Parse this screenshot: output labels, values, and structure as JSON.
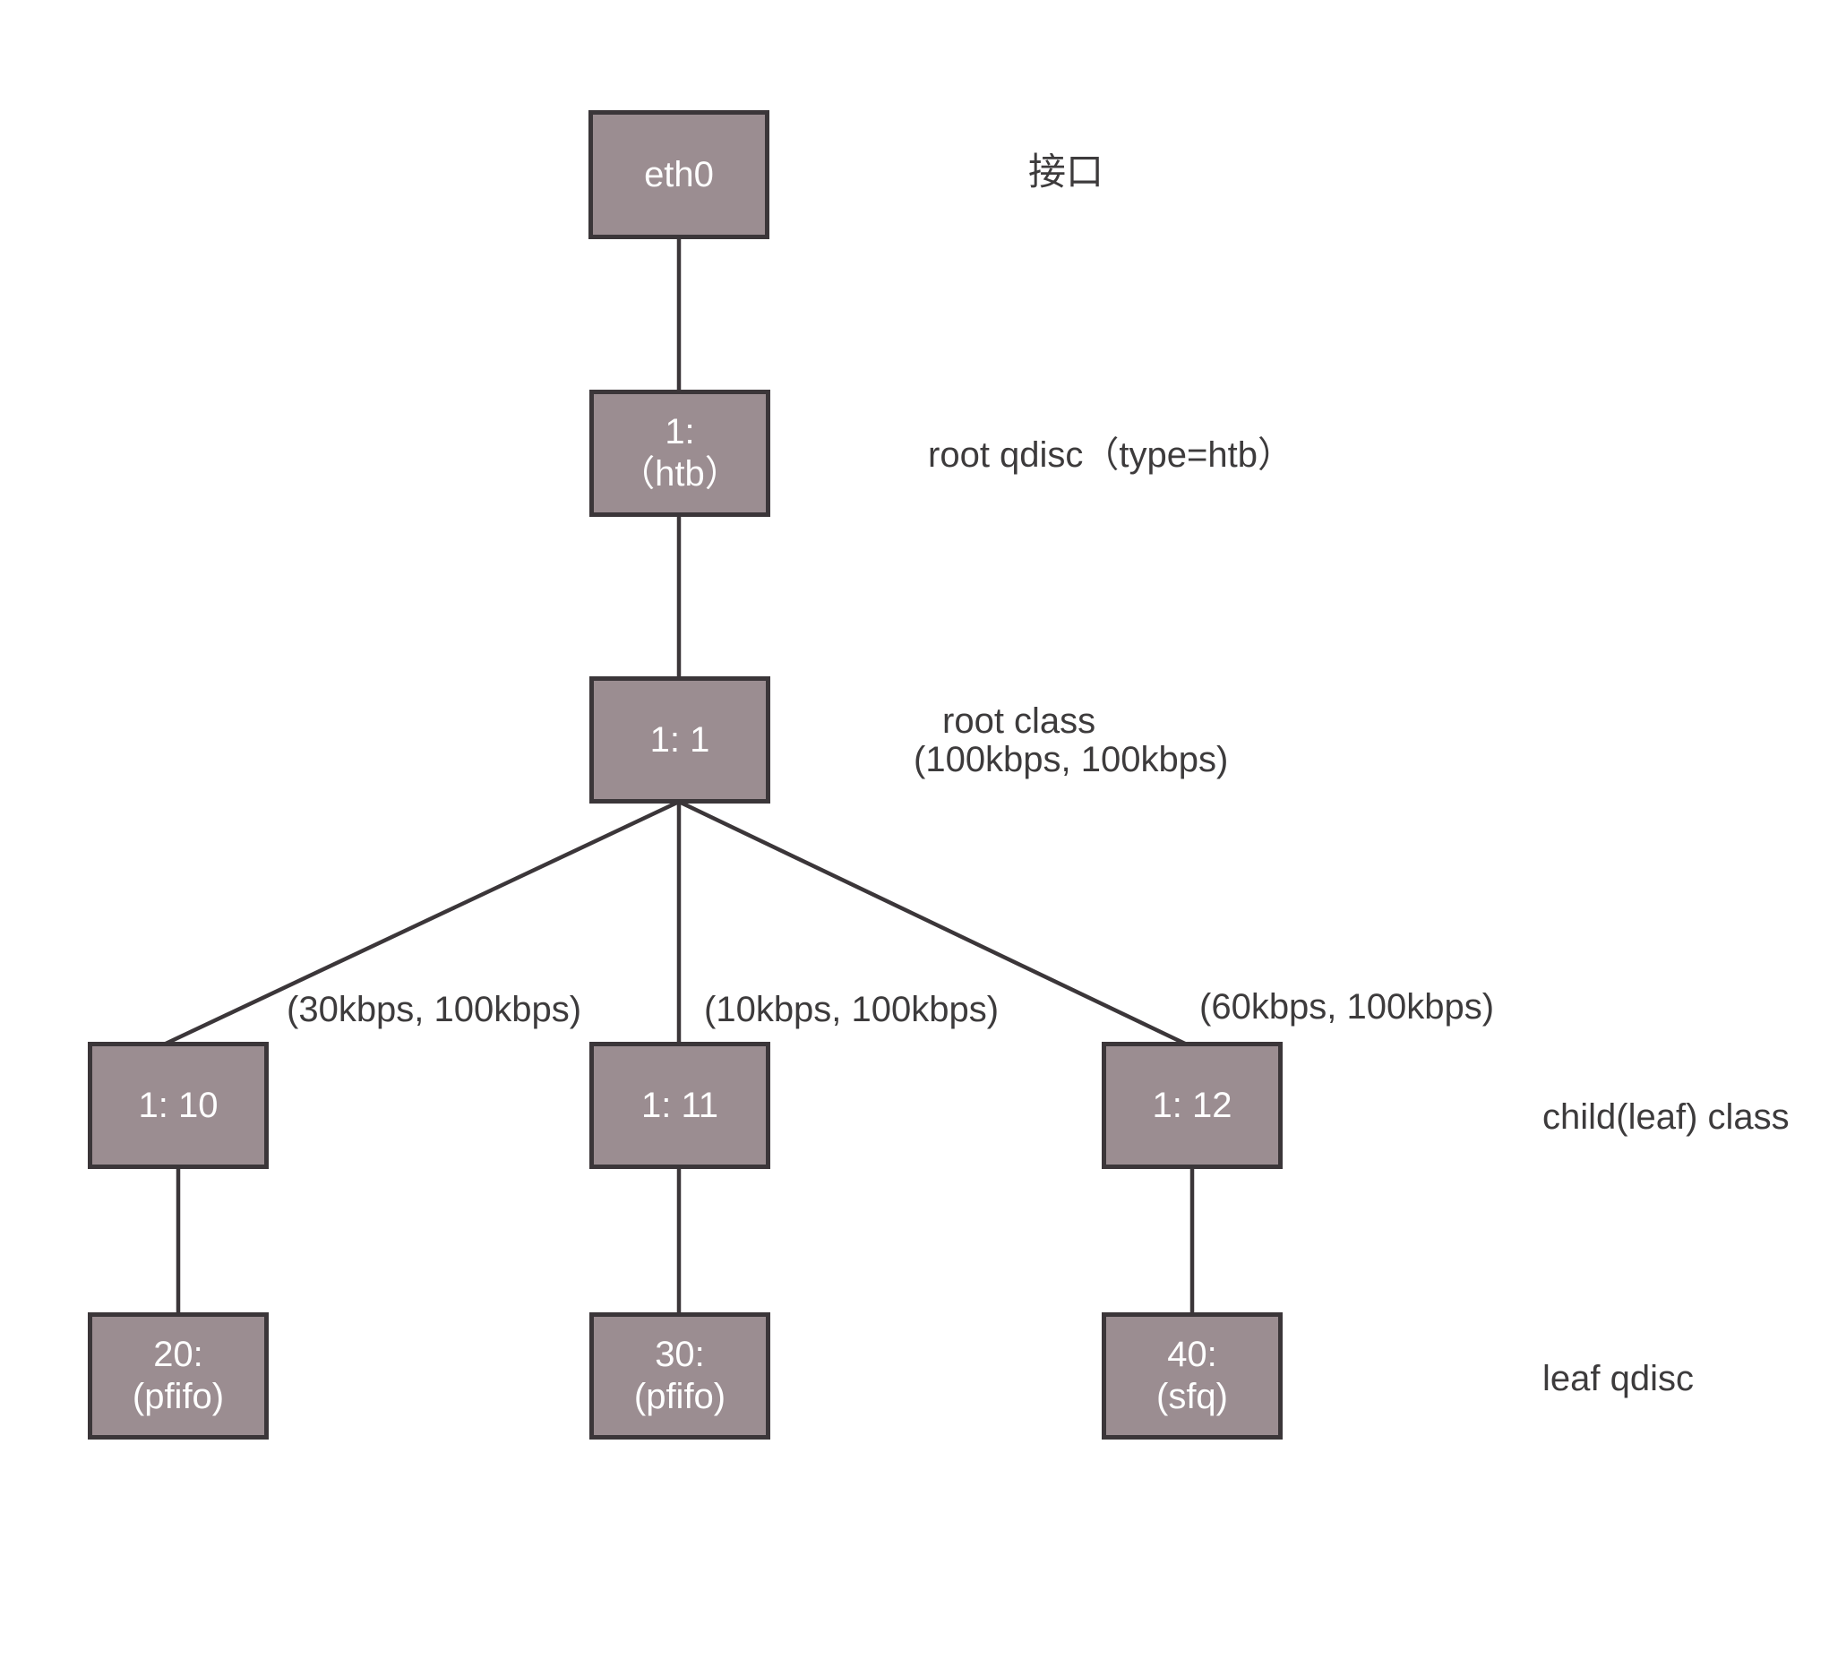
{
  "nodes": {
    "interface": {
      "line1": "eth0"
    },
    "root_qdisc": {
      "line1": "1:",
      "line2": "（htb）"
    },
    "root_class": {
      "line1": "1: 1"
    },
    "child_class_10": {
      "line1": "1: 10"
    },
    "child_class_11": {
      "line1": "1: 11"
    },
    "child_class_12": {
      "line1": "1: 12"
    },
    "leaf_qdisc_20": {
      "line1": "20:",
      "line2": "(pfifo)"
    },
    "leaf_qdisc_30": {
      "line1": "30:",
      "line2": "(pfifo)"
    },
    "leaf_qdisc_40": {
      "line1": "40:",
      "line2": "(sfq)"
    }
  },
  "annotations": {
    "interface_label": "接口",
    "root_qdisc_label": "root qdisc（type=htb）",
    "root_class_label_line1": "root class",
    "root_class_label_line2": "(100kbps, 100kbps)",
    "child_class_label": "child(leaf) class",
    "leaf_qdisc_label": "leaf qdisc"
  },
  "edge_labels": {
    "to_class_10": "(30kbps, 100kbps)",
    "to_class_11": "(10kbps, 100kbps)",
    "to_class_12": "(60kbps, 100kbps)"
  },
  "colors": {
    "background": "#FFFFFF",
    "node_fill": "#9B8D91",
    "node_border": "#3B3639",
    "node_text": "#FFFFFF",
    "connector": "#3B3639",
    "label_text": "#3D3B3C"
  }
}
